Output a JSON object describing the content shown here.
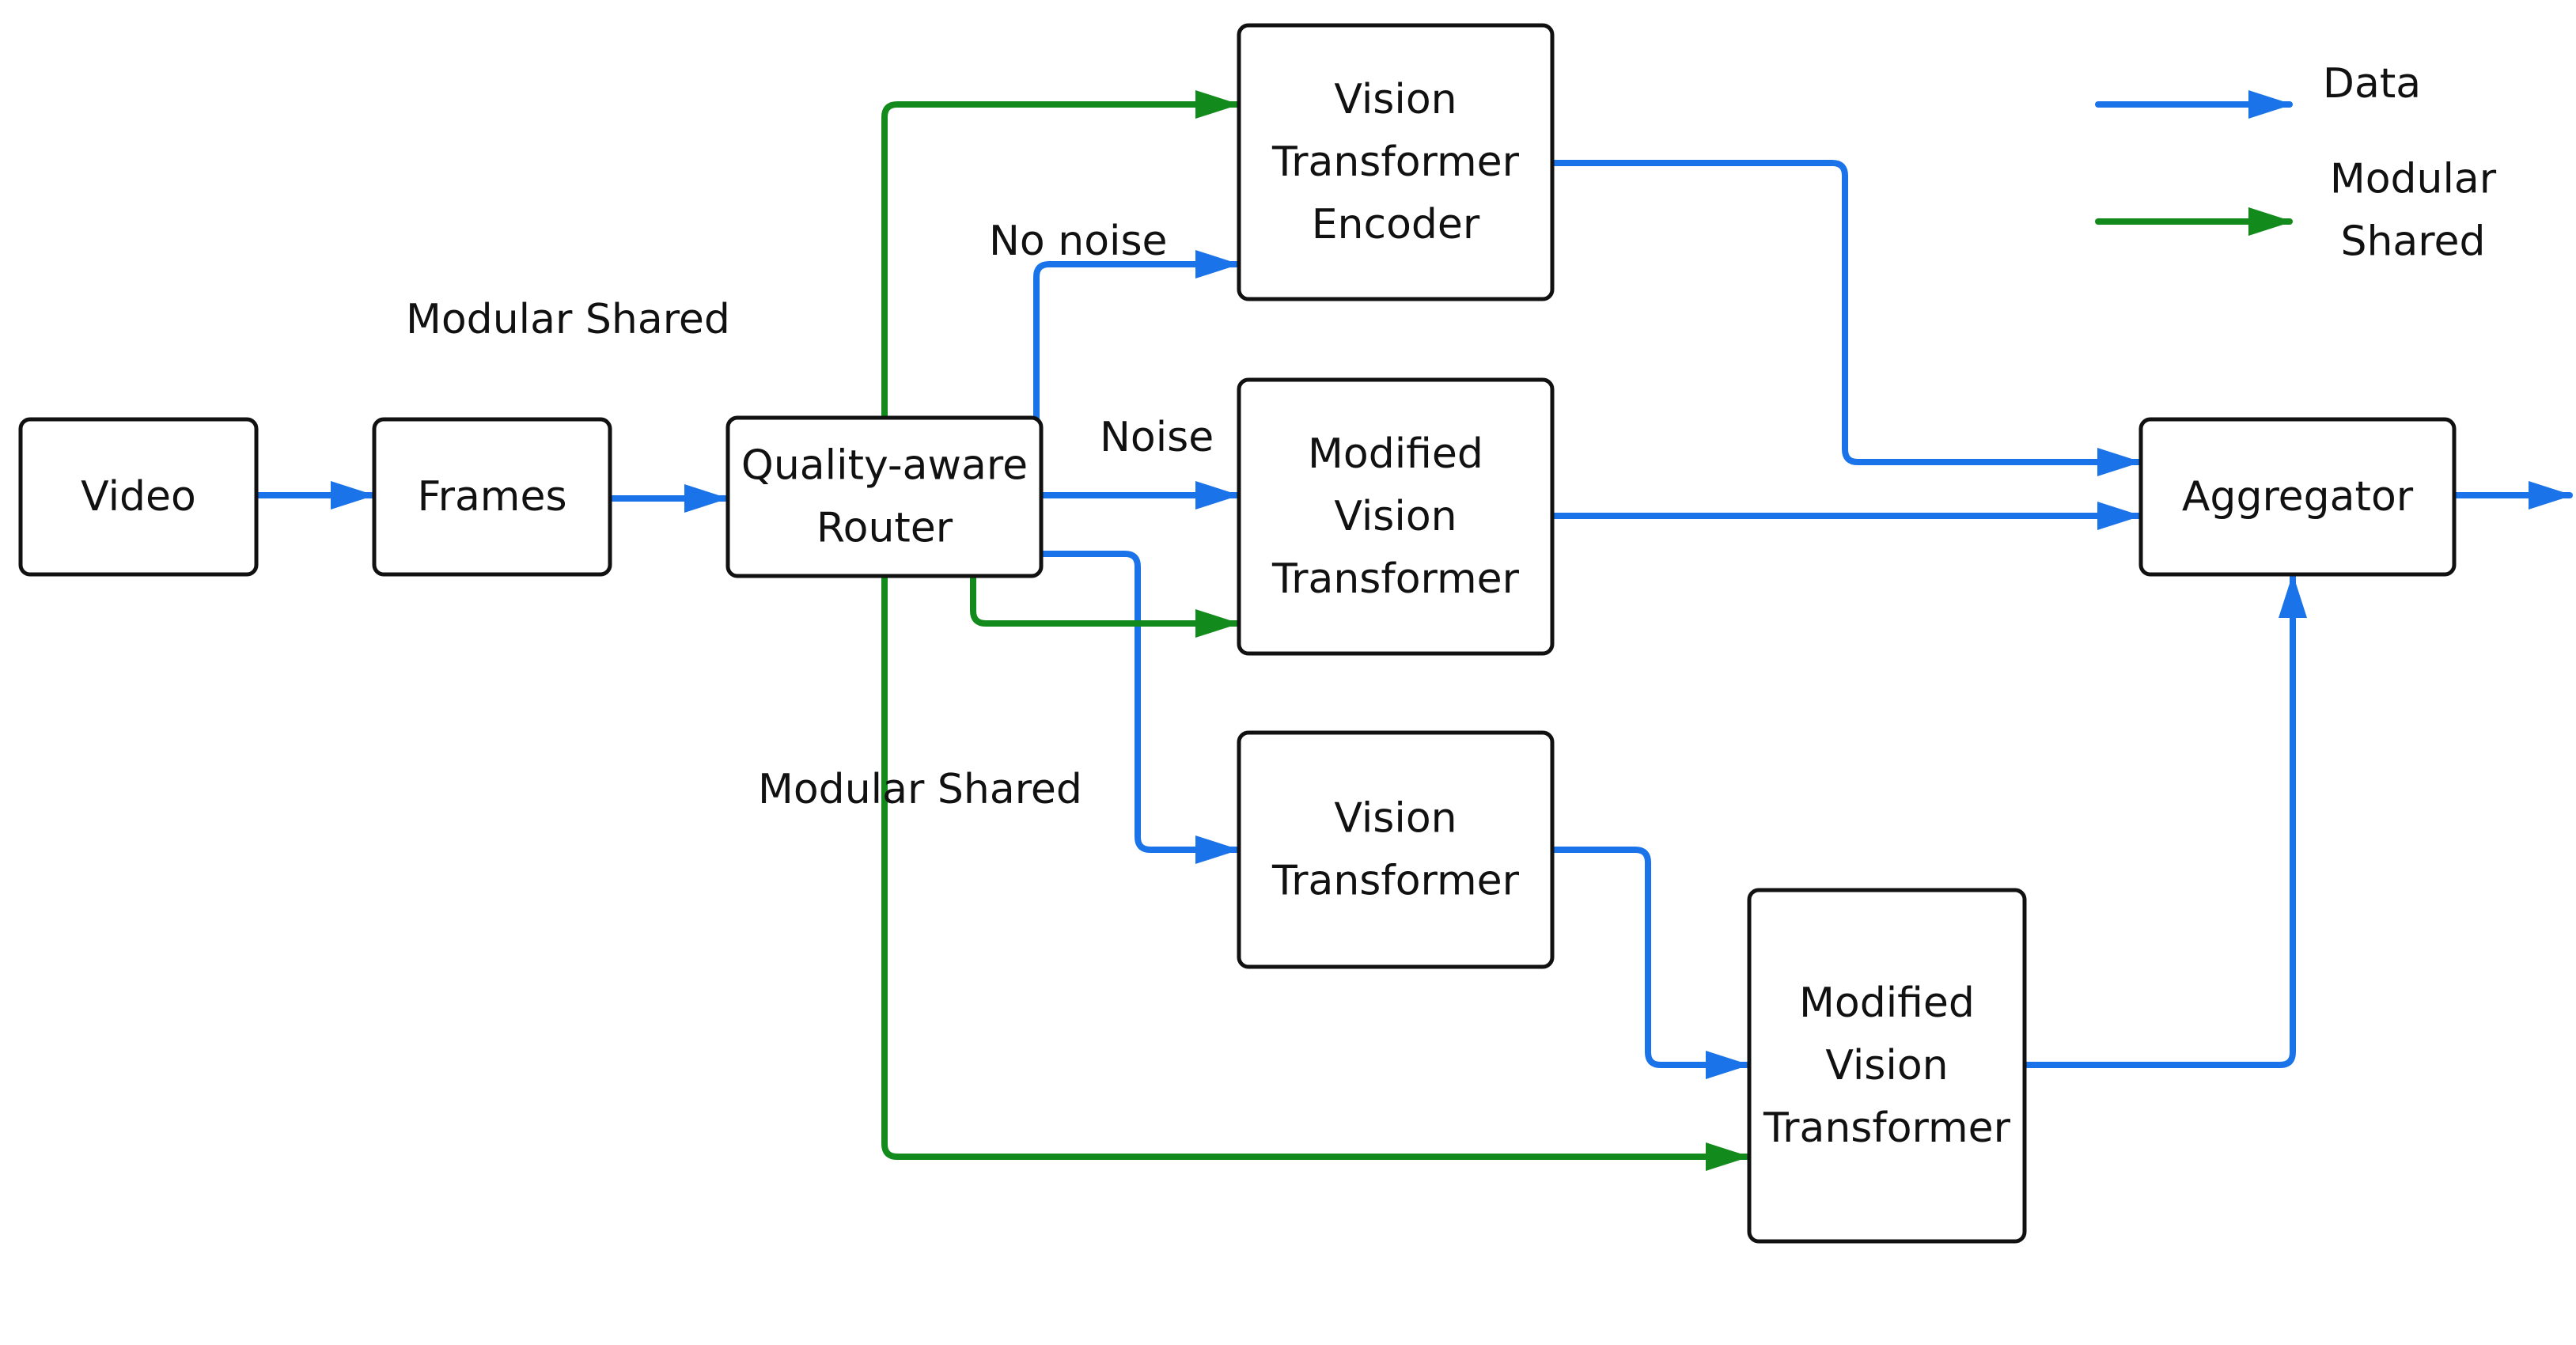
{
  "colors": {
    "data": "#1a73e8",
    "modular_shared": "#138a1c",
    "box_stroke": "#111111"
  },
  "nodes": [
    {
      "id": "video",
      "lines": [
        "Video"
      ]
    },
    {
      "id": "frames",
      "lines": [
        "Frames"
      ]
    },
    {
      "id": "router",
      "lines": [
        "Quality-aware",
        "Router"
      ]
    },
    {
      "id": "vit-encoder",
      "lines": [
        "Vision",
        "Transformer",
        "Encoder"
      ]
    },
    {
      "id": "modified-vit-1",
      "lines": [
        "Modified",
        "Vision",
        "Transformer"
      ]
    },
    {
      "id": "vit",
      "lines": [
        "Vision",
        "Transformer"
      ]
    },
    {
      "id": "modified-vit-2",
      "lines": [
        "Modified",
        "Vision",
        "Transformer"
      ]
    },
    {
      "id": "aggregator",
      "lines": [
        "Aggregator"
      ]
    }
  ],
  "edges": [
    {
      "id": "video-to-frames",
      "type": "data"
    },
    {
      "id": "frames-to-router",
      "type": "data"
    },
    {
      "id": "router-to-encoder-no-noise",
      "type": "data"
    },
    {
      "id": "router-to-modified-vit-1-noise",
      "type": "data"
    },
    {
      "id": "router-to-vit",
      "type": "data"
    },
    {
      "id": "encoder-to-aggregator",
      "type": "data"
    },
    {
      "id": "modified-vit-1-to-aggregator",
      "type": "data"
    },
    {
      "id": "vit-to-modified-vit-2",
      "type": "data"
    },
    {
      "id": "modified-vit-2-to-aggregator",
      "type": "data"
    },
    {
      "id": "aggregator-output",
      "type": "data"
    },
    {
      "id": "router-to-encoder-shared",
      "type": "modular_shared"
    },
    {
      "id": "router-to-modified-vit-1-shared",
      "type": "modular_shared"
    },
    {
      "id": "router-to-modified-vit-2-shared",
      "type": "modular_shared"
    }
  ],
  "labels": {
    "modular_shared_top": "Modular Shared",
    "modular_shared_bottom": "Modular Shared",
    "no_noise": "No noise",
    "noise": "Noise"
  },
  "legend": {
    "data": [
      "Data"
    ],
    "modular_shared": [
      "Modular",
      "Shared"
    ]
  }
}
